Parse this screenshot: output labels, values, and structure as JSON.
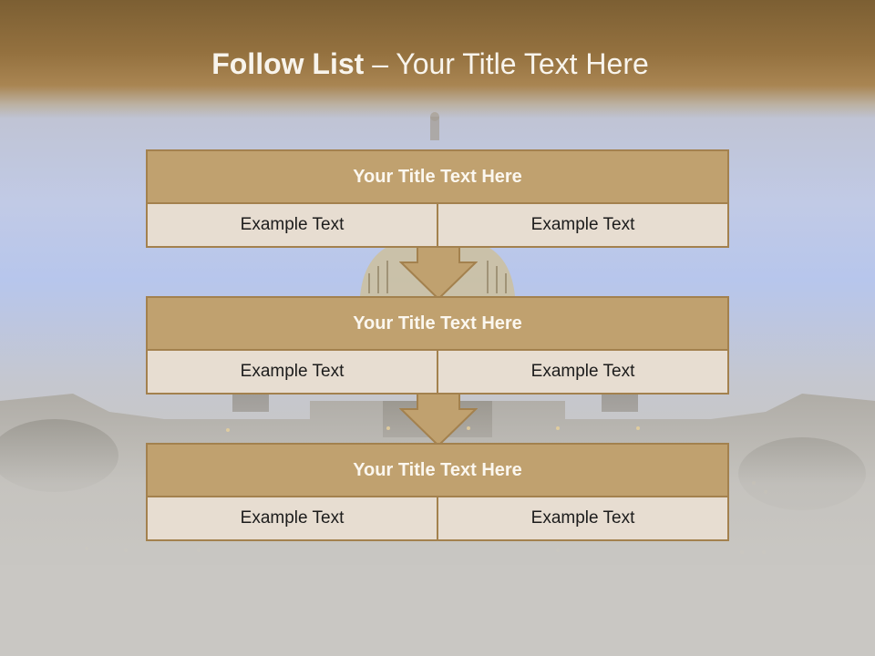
{
  "slide": {
    "title_bold": "Follow List",
    "title_rest": "  – Your Title Text Here"
  },
  "cards": [
    {
      "title": "Your Title Text Here",
      "left_text": "Example Text",
      "right_text": "Example Text"
    },
    {
      "title": "Your Title Text Here",
      "left_text": "Example Text",
      "right_text": "Example Text"
    },
    {
      "title": "Your Title Text Here",
      "left_text": "Example Text",
      "right_text": "Example Text"
    }
  ],
  "colors": {
    "header_brown": "#94713f",
    "card_title": "#c0a16f",
    "card_border": "#a3814e",
    "cell_fill": "#e7ddd1"
  },
  "icons": [
    "down-arrow-icon"
  ]
}
